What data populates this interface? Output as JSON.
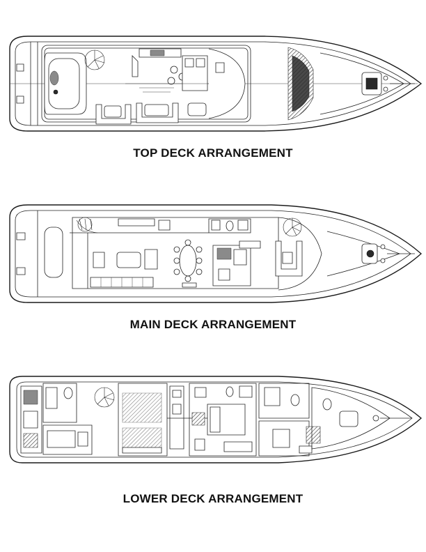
{
  "decks": [
    {
      "id": "top",
      "caption": "TOP DECK ARRANGEMENT"
    },
    {
      "id": "main",
      "caption": "MAIN DECK ARRANGEMENT"
    },
    {
      "id": "lower",
      "caption": "LOWER DECK ARRANGEMENT"
    }
  ],
  "colors": {
    "line": "#222222",
    "text": "#111111",
    "background": "#ffffff"
  }
}
